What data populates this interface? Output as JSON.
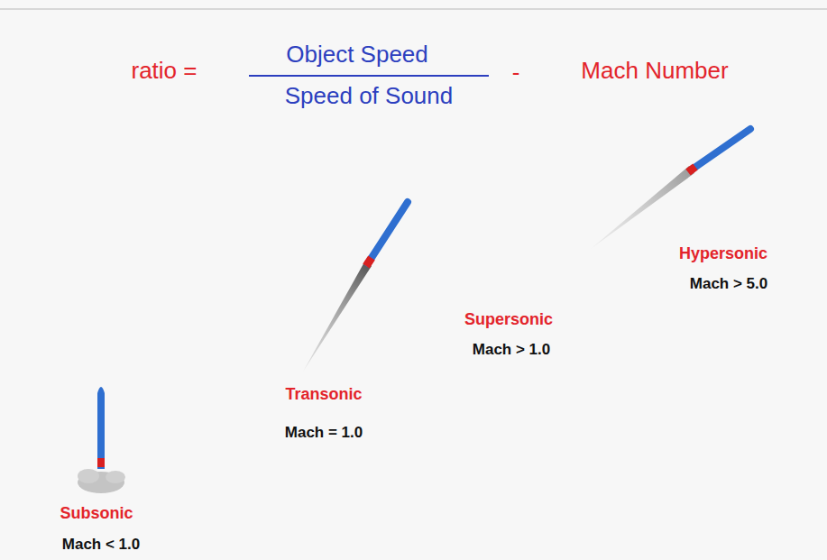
{
  "diagram": {
    "labels": [
      "ratio =",
      "Object Speed",
      "Speed of Sound",
      "-",
      "Mach Number",
      "Subsonic",
      "Mach < 1.0",
      "Transonic",
      "Mach = 1.0",
      "Supersonic",
      "Mach > 1.0",
      "Hypersonic",
      "Mach > 5.0"
    ]
  }
}
